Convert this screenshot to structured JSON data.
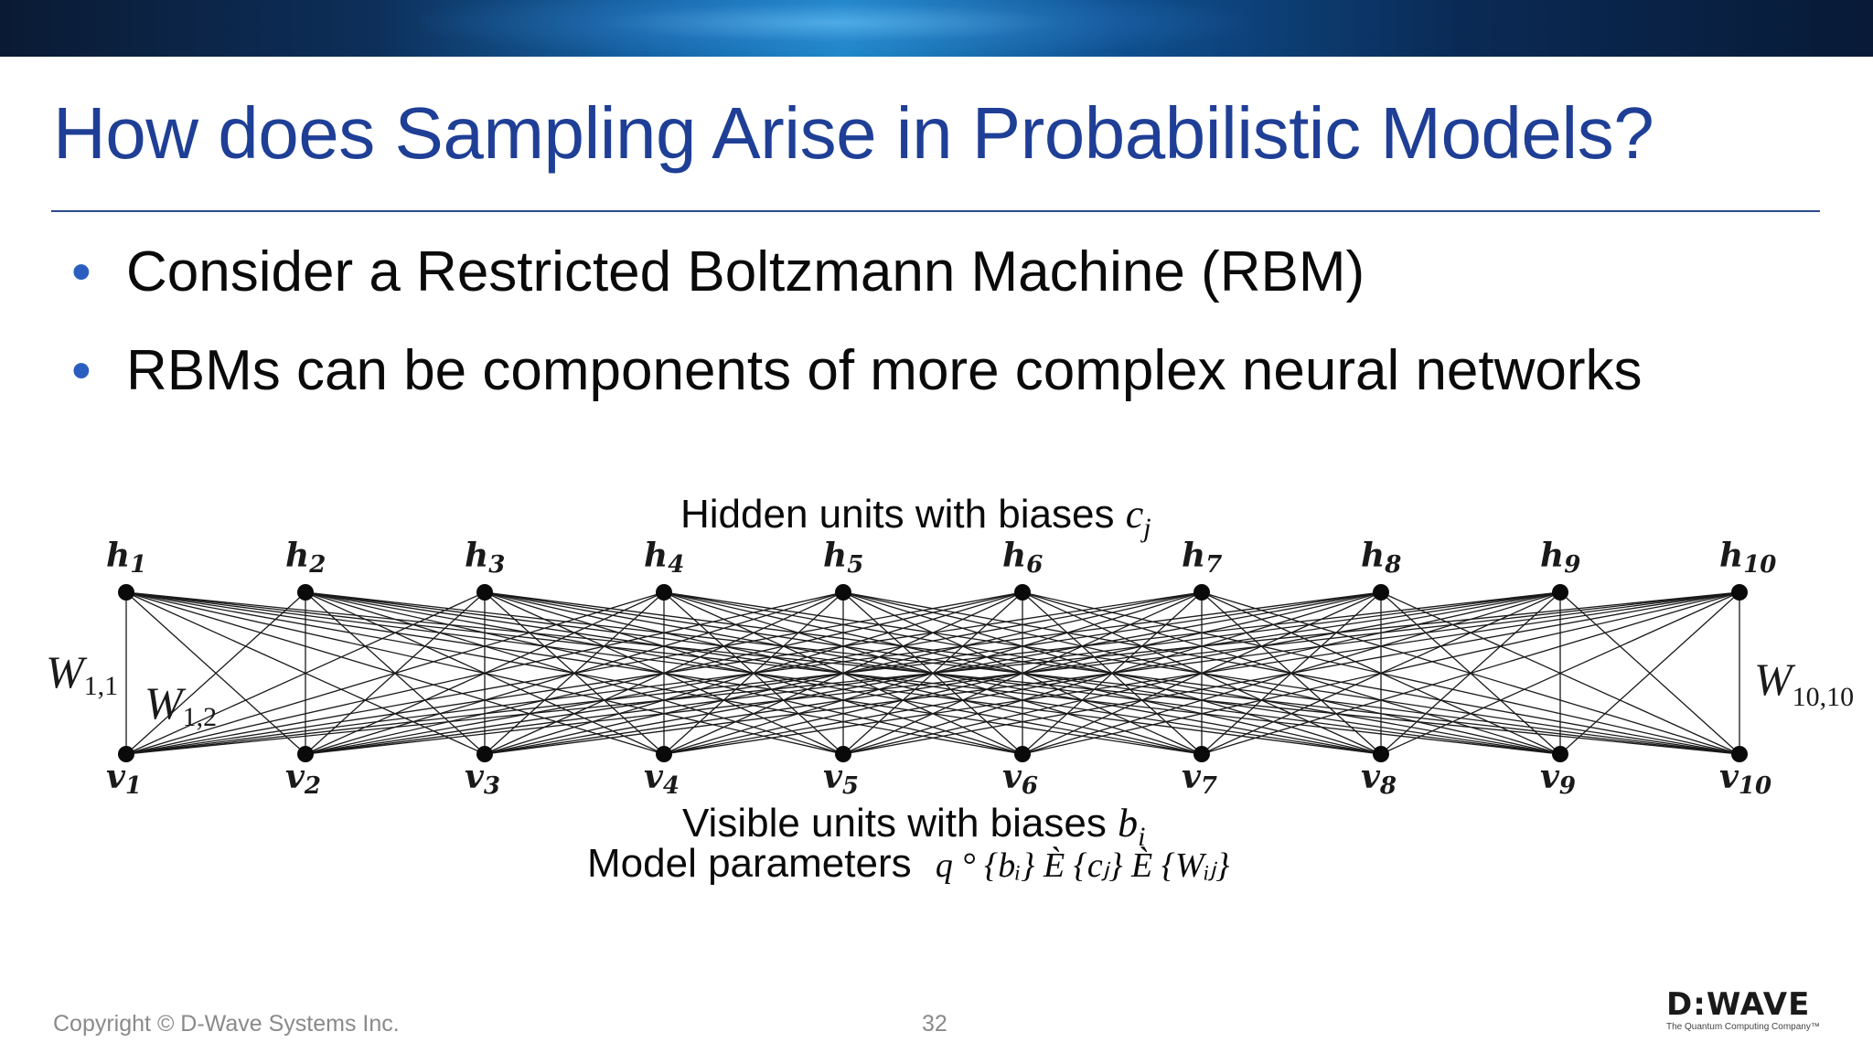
{
  "slide": {
    "title": "How does Sampling Arise in Probabilistic Models?",
    "bullets": [
      "Consider a Restricted Boltzmann Machine (RBM)",
      "RBMs can be components of more complex neural networks"
    ]
  },
  "diagram": {
    "hidden_caption": "Hidden units with biases",
    "hidden_bias_symbol": "c",
    "hidden_bias_sub": "j",
    "visible_caption": "Visible units with biases",
    "visible_bias_symbol": "b",
    "visible_bias_sub": "i",
    "params_caption": "Model parameters",
    "params_formula": "q ° {bᵢ} È {cⱼ} È {Wᵢⱼ}",
    "hidden_units": [
      "h1",
      "h2",
      "h3",
      "h4",
      "h5",
      "h6",
      "h7",
      "h8",
      "h9",
      "h10"
    ],
    "visible_units": [
      "v1",
      "v2",
      "v3",
      "v4",
      "v5",
      "v6",
      "v7",
      "v8",
      "v9",
      "v10"
    ],
    "weight_labels": {
      "w11": {
        "sym": "W",
        "sub": "1,1"
      },
      "w12": {
        "sym": "W",
        "sub": "1,2"
      },
      "w1010": {
        "sym": "W",
        "sub": "10,10"
      }
    }
  },
  "footer": {
    "copyright": "Copyright © D-Wave Systems Inc.",
    "page_number": "32",
    "logo_text": "D:WAVE",
    "logo_tagline": "The Quantum Computing Company™"
  },
  "colors": {
    "title": "#1f3f96",
    "rule": "#2c4a8c",
    "bullet_dot": "#2b5fbf",
    "footer_text": "#8a8a8a"
  }
}
